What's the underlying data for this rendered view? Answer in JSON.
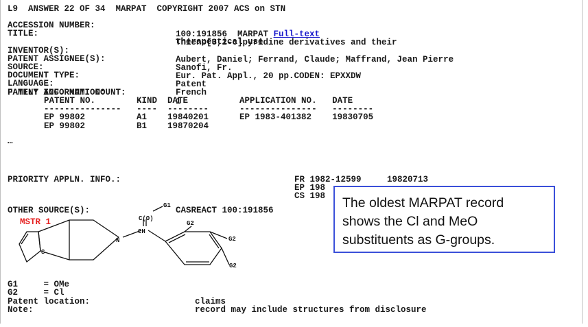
{
  "header": {
    "line": "L9  ANSWER 22 OF 34  MARPAT  COPYRIGHT 2007 ACS on STN"
  },
  "record": {
    "accession_label": "ACCESSION NUMBER:",
    "accession_value": "100:191856  MARPAT ",
    "full_text_link": "Full-text",
    "title_label": "TITLE:",
    "title_line1": "Thieno[3,2-c]pyridine derivatives and their",
    "title_line2": "therapeutical use",
    "inventor_label": "INVENTOR(S):",
    "inventor_value": "Aubert, Daniel; Ferrand, Claude; Maffrand, Jean Pierre",
    "assignee_label": "PATENT ASSIGNEE(S):",
    "assignee_value": "Sanofi, Fr.",
    "source_label": "SOURCE:",
    "source_value": "Eur. Pat. Appl., 20 pp.CODEN: EPXXDW",
    "doctype_label": "DOCUMENT TYPE:",
    "doctype_value": "Patent",
    "language_label": "LANGUAGE:",
    "language_value": "French",
    "family_label": "FAMILY ACC. NUM. COUNT:",
    "family_value": "1",
    "patent_info_label": "PATENT INFORMATION:"
  },
  "patent_table": {
    "header": "PATENT NO.        KIND  DATE          APPLICATION NO.   DATE",
    "divider": "---------------   ----  --------      ---------------   --------",
    "rows": [
      "EP 99802          A1    19840201      EP 1983-401382    19830705",
      "EP 99802          B1    19870204"
    ]
  },
  "ellipsis": "…",
  "priority": {
    "label": "PRIORITY APPLN. INFO.:",
    "line1": "FR 1982-12599     19820713",
    "line2": "EP 198",
    "line3": "CS 198"
  },
  "other_source": {
    "label": "OTHER SOURCE(S):",
    "value": "CASREACT 100:191856"
  },
  "structure": {
    "mstr_label": "MSTR 1",
    "c_o_label": "C(O)",
    "g1_top": "G1",
    "ch_label": "CH",
    "n_label": "N",
    "s_label": "S",
    "g2_ring": "G2",
    "g2_right1": "G2",
    "g2_right2": "G2"
  },
  "definitions": {
    "g1": "G1     = OMe",
    "g2": "G2     = Cl",
    "location_label": "Patent location:",
    "location_value": "claims",
    "note_label": "Note:",
    "note_value": "record may include structures from disclosure"
  },
  "callout": {
    "line1": "The oldest MARPAT record",
    "line2": "shows the Cl and MeO",
    "line3": "substituents as G-groups."
  },
  "colors": {
    "link": "#1a1acc",
    "mstr": "#e62020",
    "callout_border": "#3a4fd9"
  }
}
